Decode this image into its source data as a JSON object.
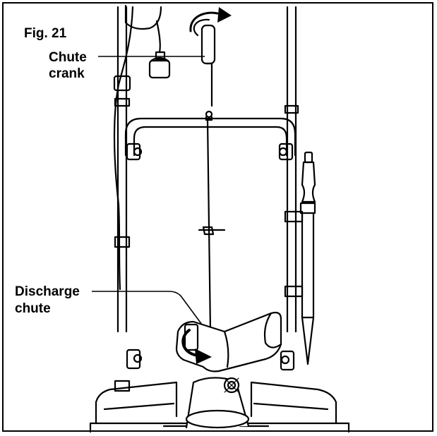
{
  "figure": {
    "label": "Fig. 21"
  },
  "callouts": {
    "chute_crank": {
      "line1": "Chute",
      "line2": "crank"
    },
    "discharge_chute": {
      "line1": "Discharge",
      "line2": "chute"
    }
  },
  "icons": [
    "rotation-arrow-icon",
    "rotation-arrow-icon"
  ],
  "colors": {
    "ink": "#000000",
    "paper": "#ffffff",
    "shade": "#e8e8e8"
  }
}
